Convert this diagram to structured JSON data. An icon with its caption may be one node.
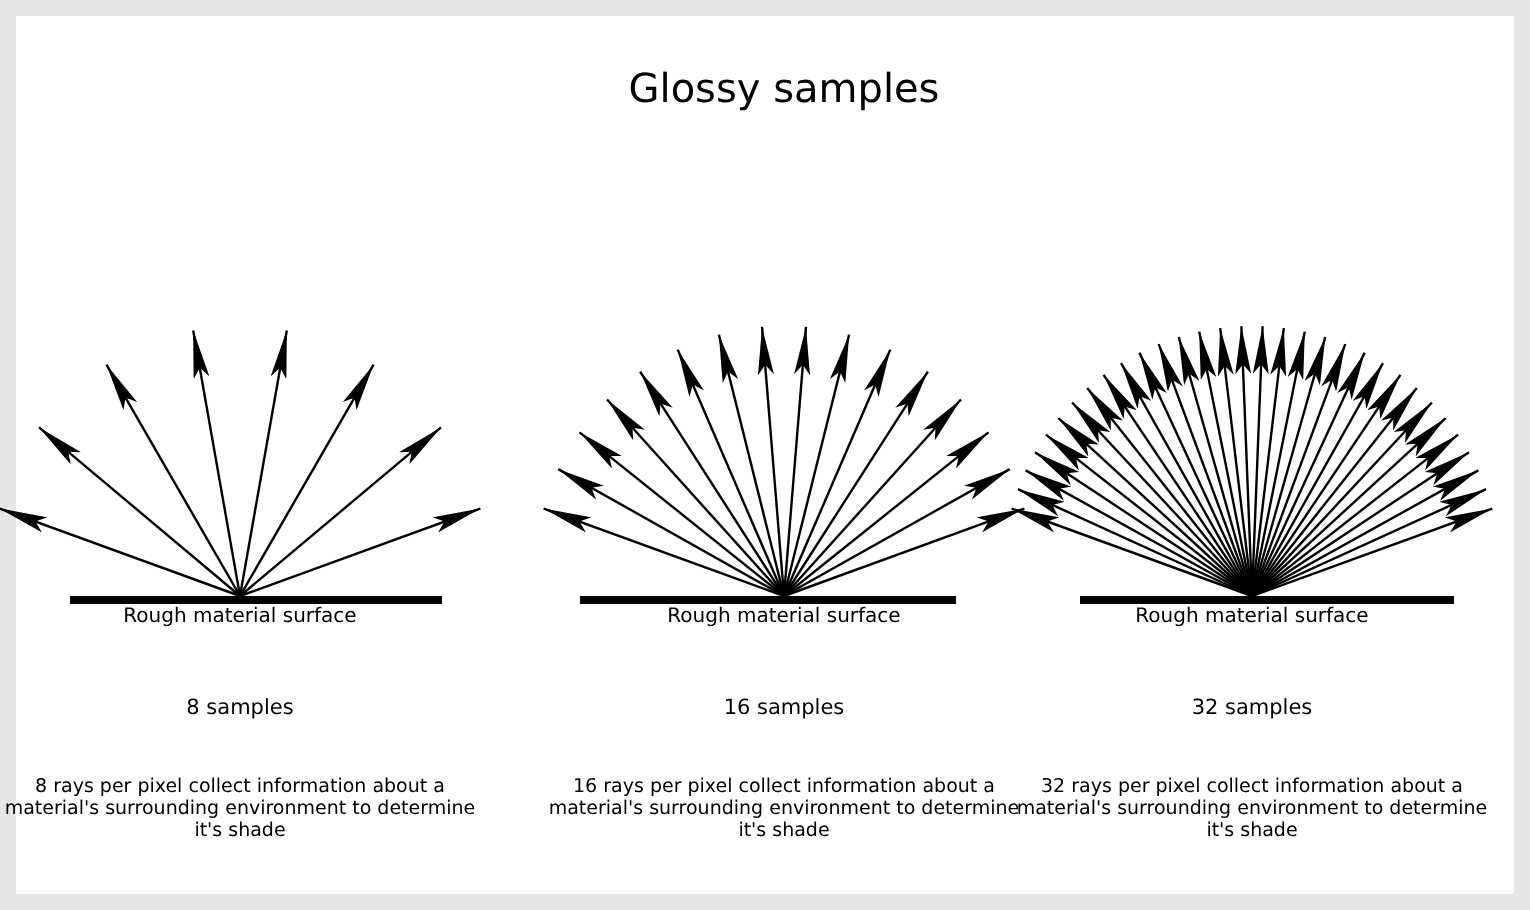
{
  "diagram": {
    "title": "Glossy samples",
    "labels": [
      "Rough material surface",
      "Rough material surface",
      "Rough material surface",
      "8 samples",
      "16 samples",
      "32 samples",
      "8 rays per pixel collect information about a material's surrounding environment to determine it's shade",
      "16 rays per pixel collect information about a material's surrounding environment to determine it's shade",
      "32 rays per pixel collect information about a material's surrounding environment to determine it's shade"
    ]
  }
}
